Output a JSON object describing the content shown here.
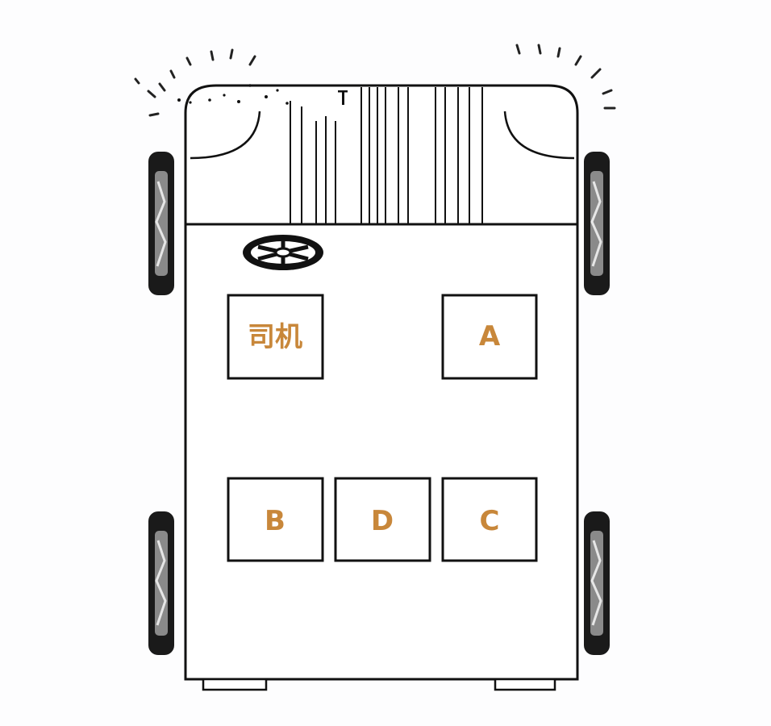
{
  "colors": {
    "line": "#111111",
    "label": "#c8873a",
    "background": "#fdfdfe",
    "body_fill": "#ffffff"
  },
  "icons": {
    "steering_wheel": "steering-wheel-icon",
    "headlight_rays": "headlight-rays-icon",
    "wheel": "wheel-icon"
  },
  "seats": {
    "driver": "司机",
    "a": "A",
    "b": "B",
    "d": "D",
    "c": "C"
  }
}
